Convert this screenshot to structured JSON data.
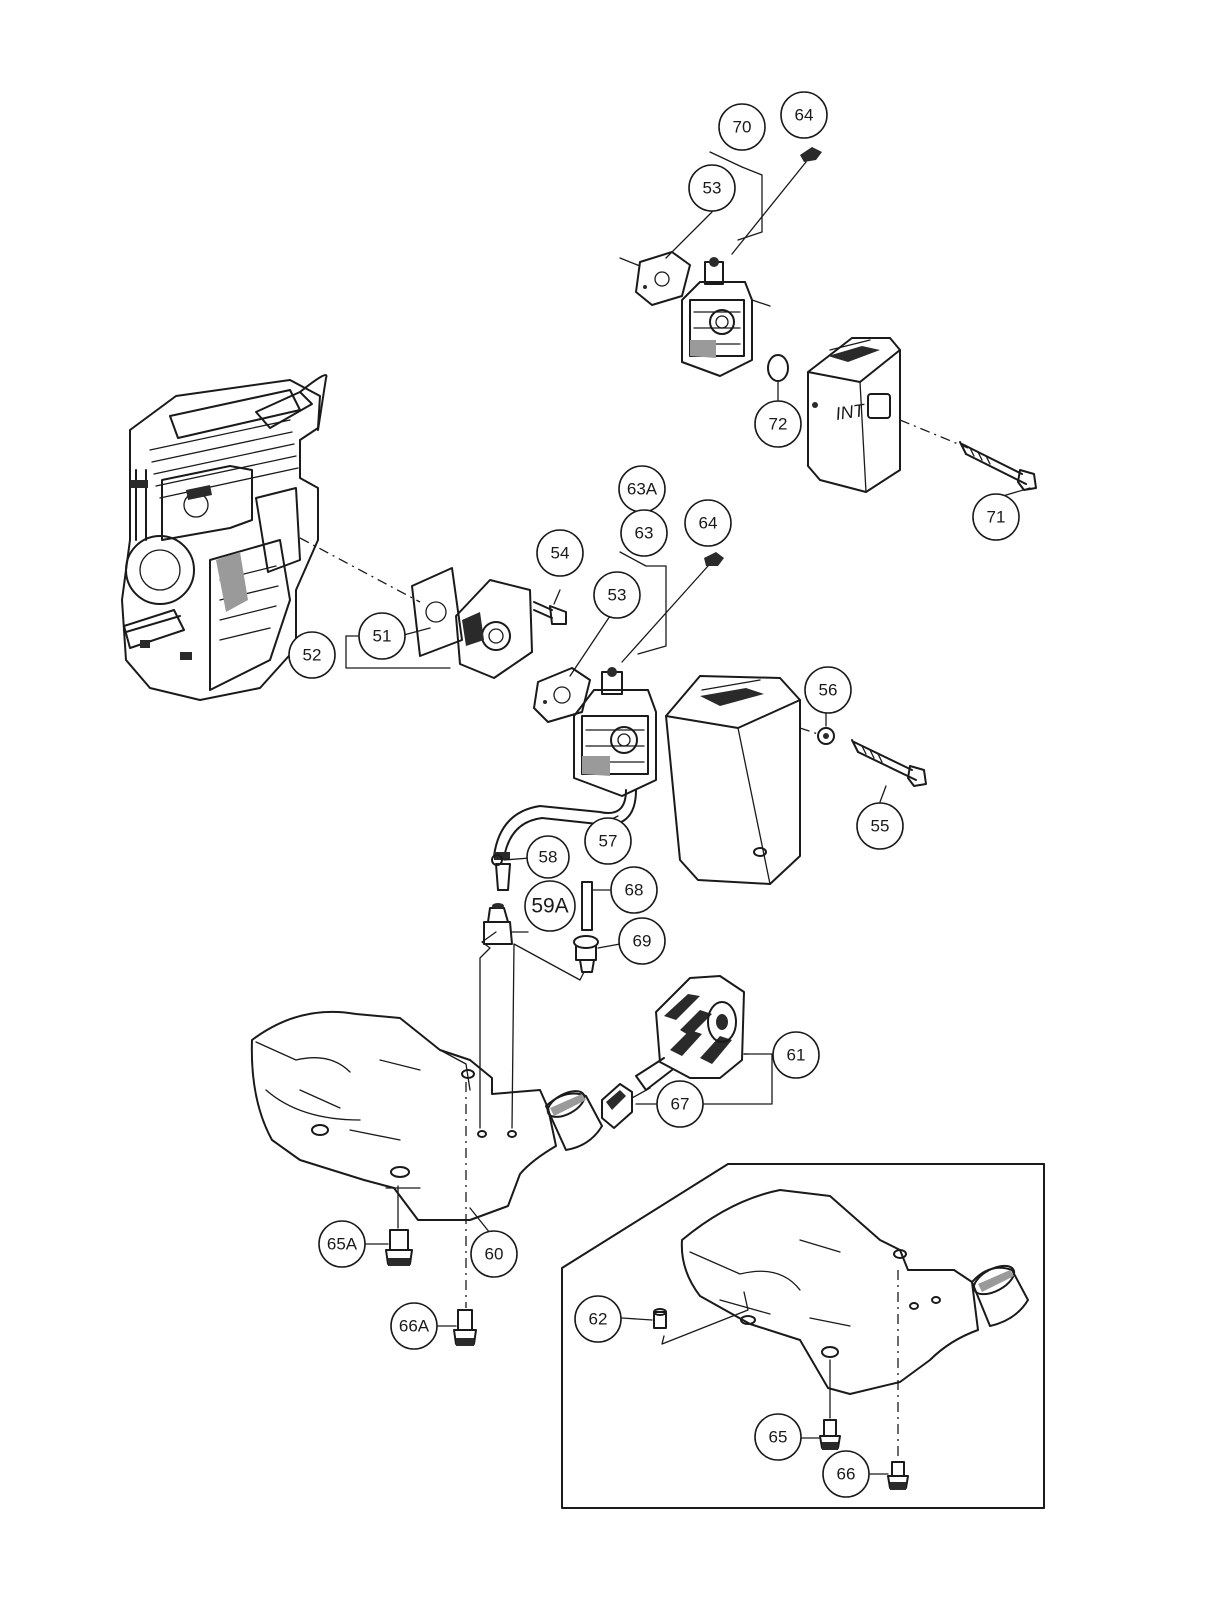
{
  "callouts": [
    {
      "id": "70",
      "label": "70"
    },
    {
      "id": "64-top",
      "label": "64"
    },
    {
      "id": "53-top",
      "label": "53"
    },
    {
      "id": "72",
      "label": "72"
    },
    {
      "id": "71",
      "label": "71"
    },
    {
      "id": "63A",
      "label": "63A"
    },
    {
      "id": "63",
      "label": "63"
    },
    {
      "id": "64-mid",
      "label": "64"
    },
    {
      "id": "54",
      "label": "54"
    },
    {
      "id": "53-mid",
      "label": "53"
    },
    {
      "id": "51",
      "label": "51"
    },
    {
      "id": "52",
      "label": "52"
    },
    {
      "id": "56",
      "label": "56"
    },
    {
      "id": "55",
      "label": "55"
    },
    {
      "id": "57",
      "label": "57"
    },
    {
      "id": "58",
      "label": "58"
    },
    {
      "id": "68",
      "label": "68"
    },
    {
      "id": "59A",
      "label": "59A"
    },
    {
      "id": "69",
      "label": "69"
    },
    {
      "id": "61",
      "label": "61"
    },
    {
      "id": "67",
      "label": "67"
    },
    {
      "id": "60",
      "label": "60"
    },
    {
      "id": "65A",
      "label": "65A"
    },
    {
      "id": "66A",
      "label": "66A"
    },
    {
      "id": "62",
      "label": "62"
    },
    {
      "id": "65",
      "label": "65"
    },
    {
      "id": "66",
      "label": "66"
    }
  ],
  "inset_text": "INT"
}
